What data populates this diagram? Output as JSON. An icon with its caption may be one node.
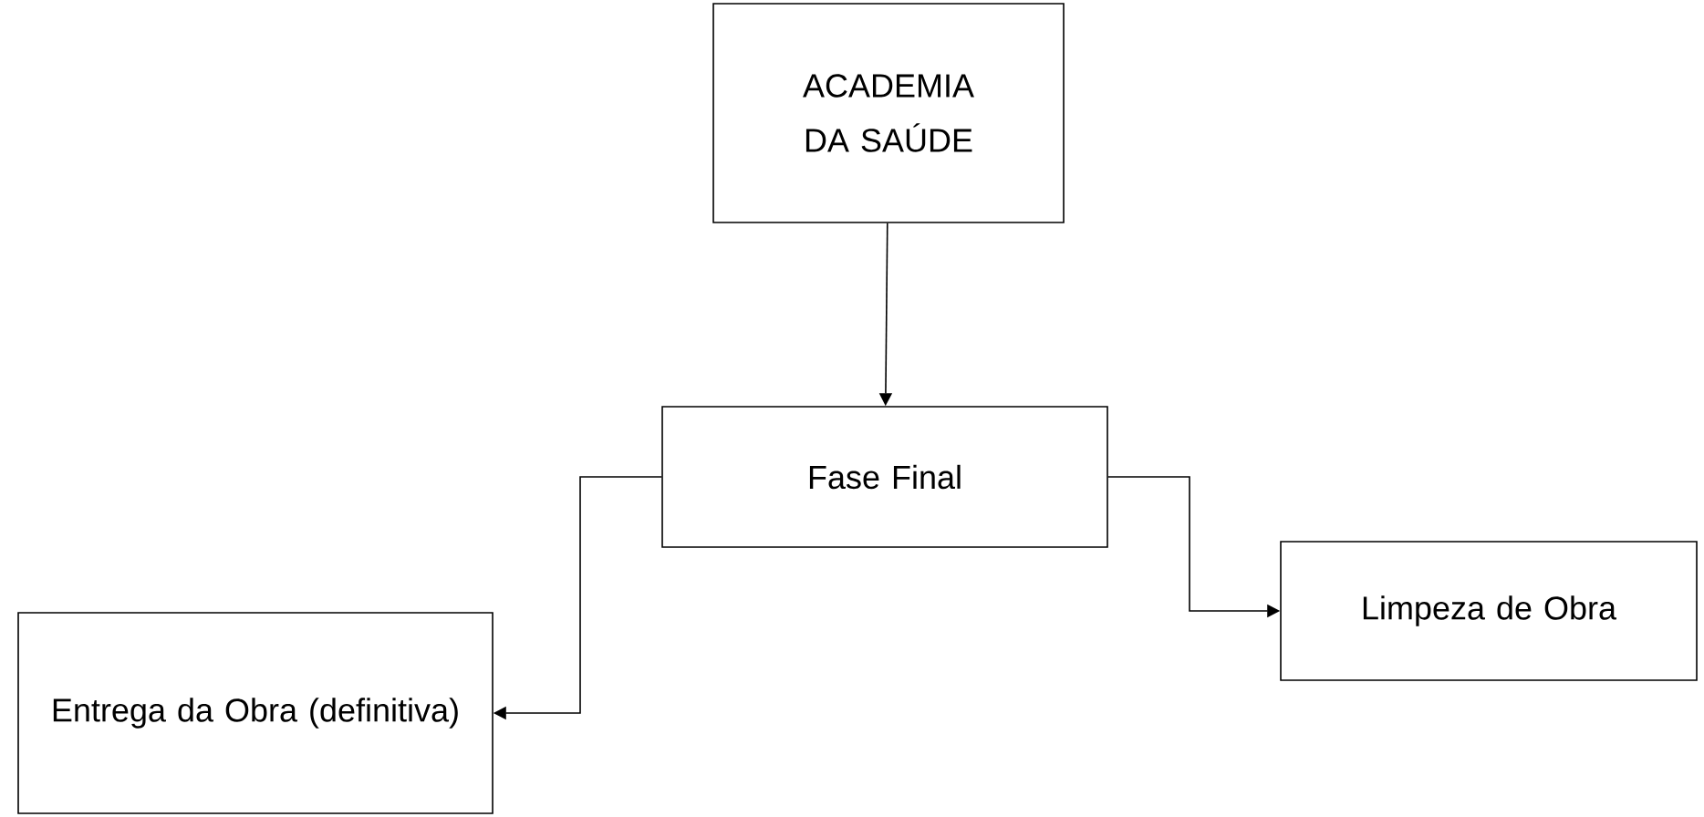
{
  "diagram": {
    "nodes": [
      {
        "text": [
          "ACADEMIA DA SAÚDE"
        ]
      },
      {
        "text": [
          "Fase Final"
        ]
      },
      {
        "text": [
          "Entrega da Obra (definitiva)"
        ]
      },
      {
        "text": [
          "Limpeza de Obra"
        ]
      }
    ],
    "edges": [
      {
        "from": 0,
        "to": 1,
        "arrow": "to"
      },
      {
        "from": 1,
        "to": 2,
        "arrow": "to"
      },
      {
        "from": 1,
        "to": 3,
        "arrow": "to"
      }
    ]
  }
}
